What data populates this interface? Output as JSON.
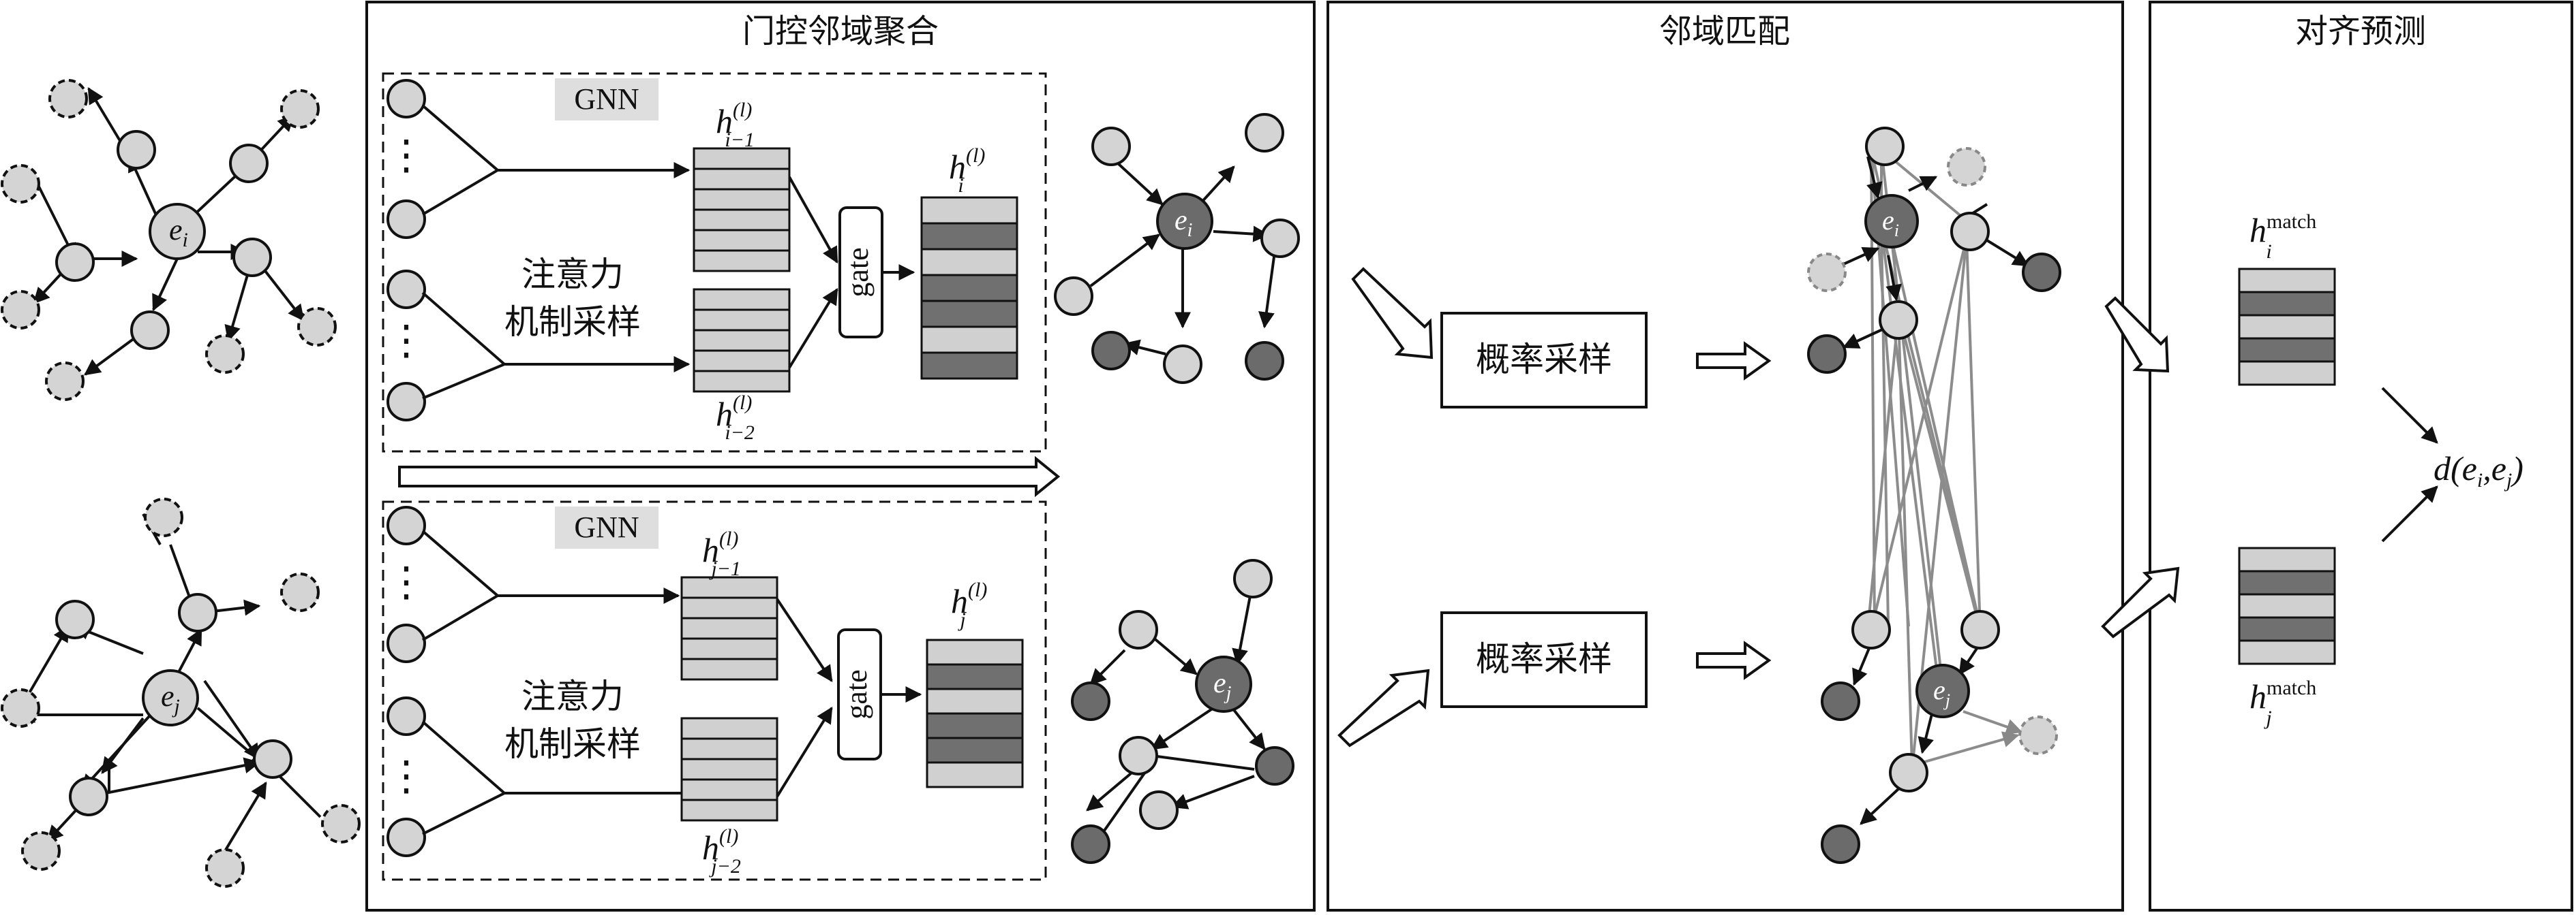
{
  "panels": {
    "gated": "门控邻域聚合",
    "match": "邻域匹配",
    "align": "对齐预测"
  },
  "gnn_label": "GNN",
  "attention_label_line1": "注意力",
  "attention_label_line2": "机制采样",
  "gate_label": "gate",
  "sampling_label": "概率采样",
  "ellipsis": "⋮",
  "math": {
    "h": "h",
    "sup_l": "(l)",
    "sub_i1": "i−1",
    "sub_i2": "i−2",
    "sub_i": "i",
    "sub_j1": "j−1",
    "sub_j2": "j−2",
    "sub_j": "j",
    "e": "e",
    "match": "match",
    "d_prefix": "d(",
    "comma": ",",
    "close": ")"
  },
  "colors": {
    "node_light": "#d4d4d4",
    "node_dark": "#6b6b6b",
    "cell_light": "#d0d0d0",
    "cell_dark": "#707070",
    "gnn_bg": "#dedede",
    "edge_gray": "#8c8c8c"
  }
}
